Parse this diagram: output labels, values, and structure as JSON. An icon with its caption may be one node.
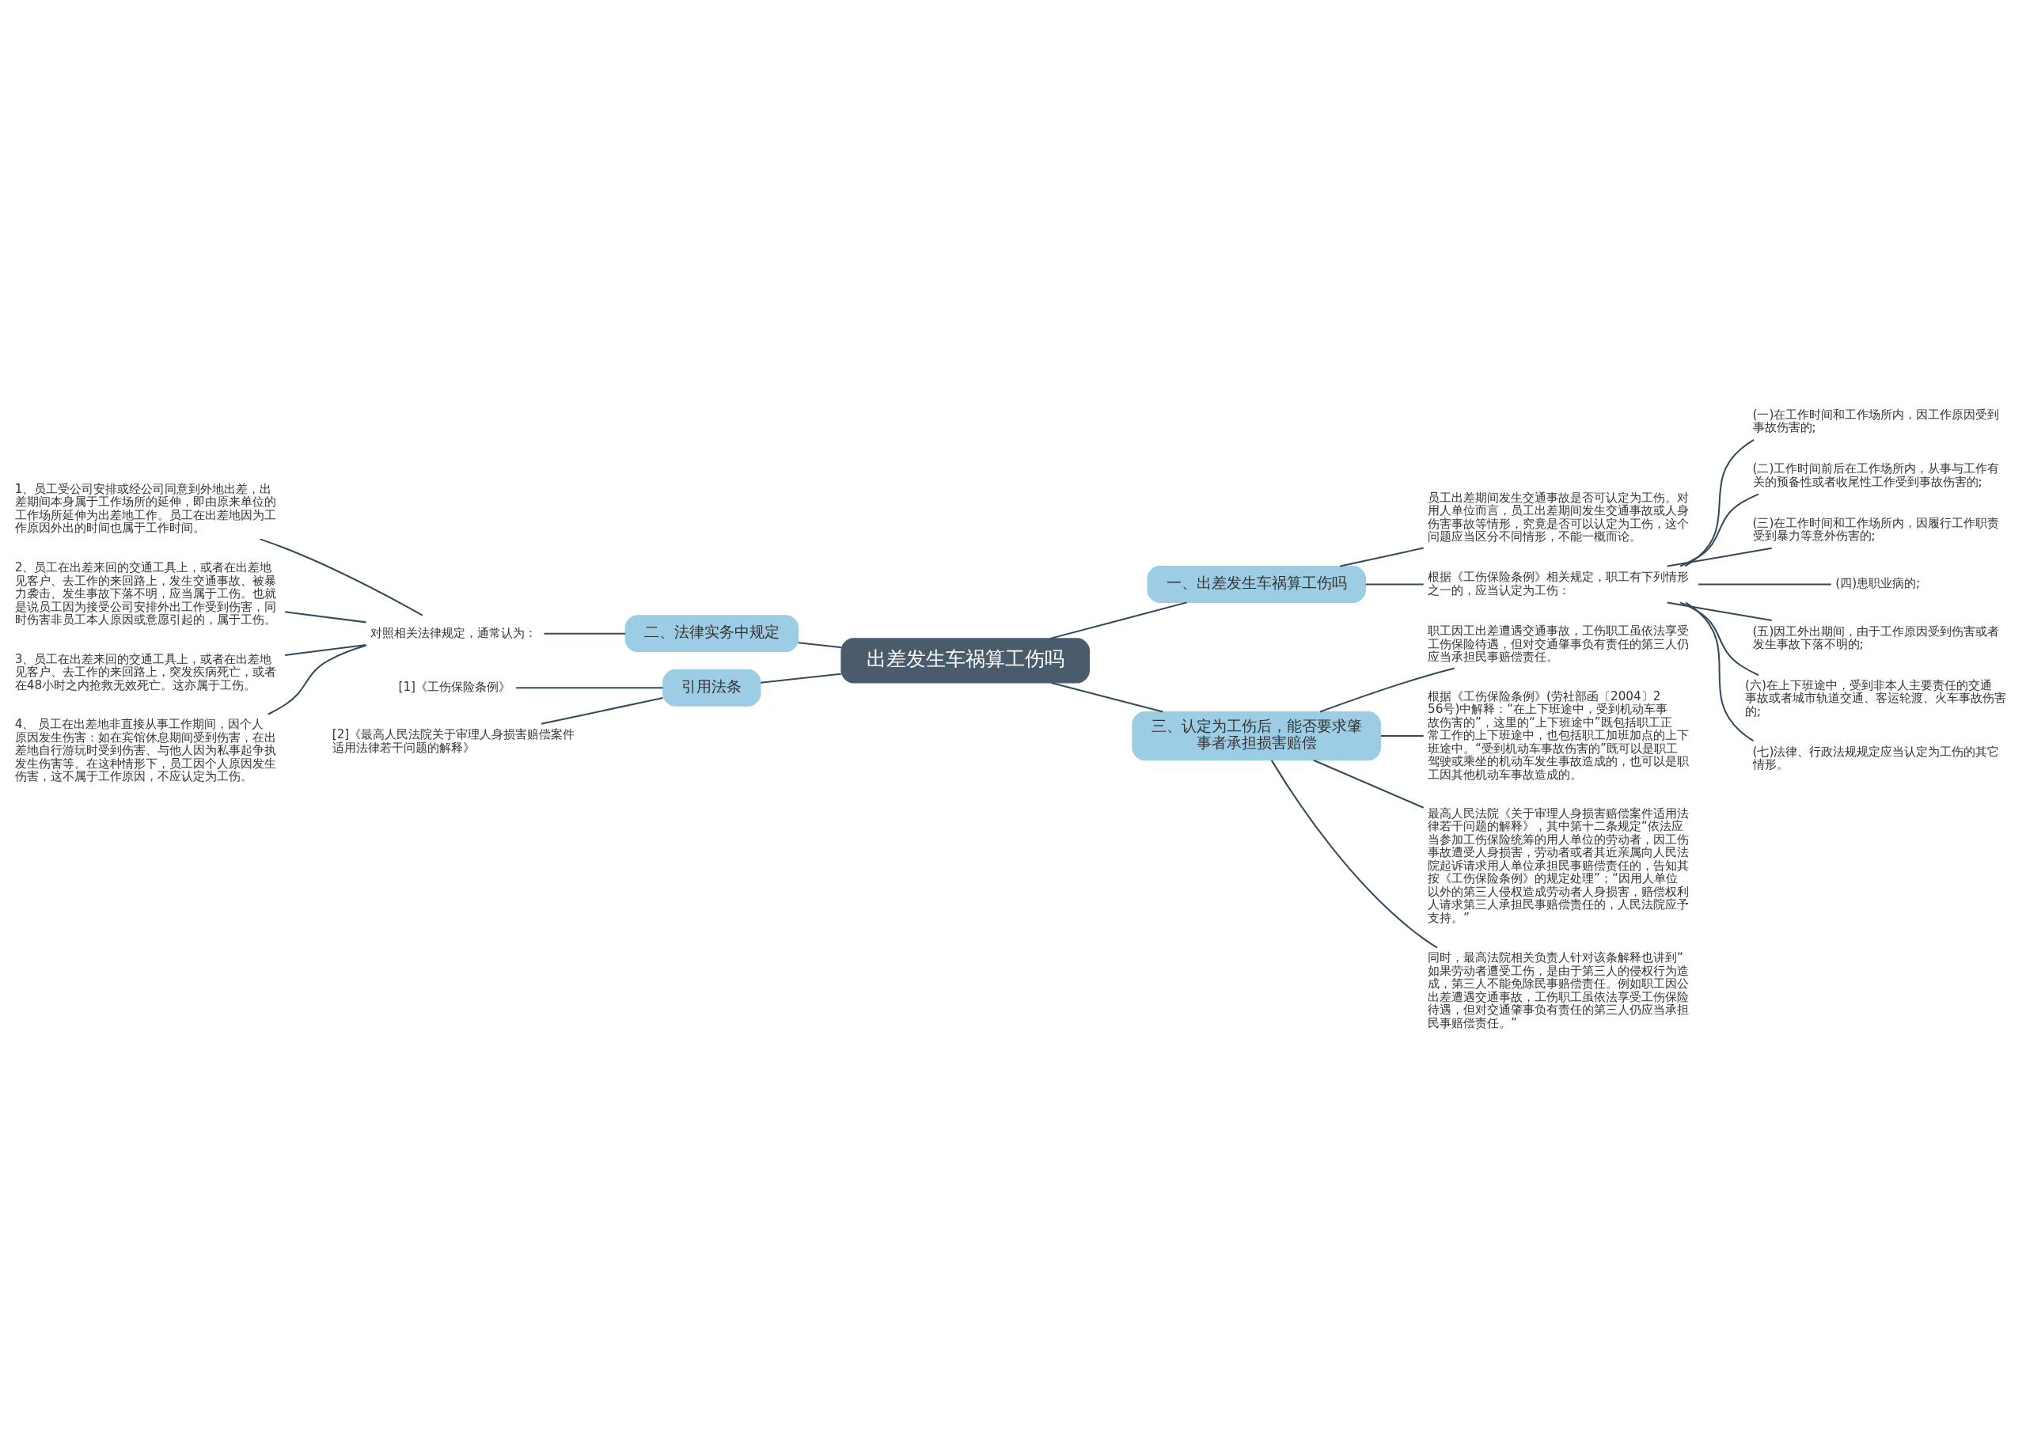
{
  "diagram": {
    "nodes": [
      {
        "text": [
          "出差发生车祸算工伤吗"
        ]
      },
      {
        "text": [
          "一、出差发生车祸算工伤吗"
        ]
      },
      {
        "text": [
          "员工出差期间发生交通事故是否可认定为工伤。对用人单位而言，员工出差期间发生交通事故或人身伤害事故等情形，究竟是否可以认定为工伤，这个问题应当区分不同情形，不能一概而论。"
        ]
      },
      {
        "text": [
          "根据《工伤保险条例》相关规定，职工有下列情形之一的，应当认定为工伤："
        ]
      },
      {
        "text": [
          "(一)在工作时间和工作场所内，因工作原因受到事故伤害的;"
        ]
      },
      {
        "text": [
          "(二)工作时间前后在工作场所内，从事与工作有关的预备性或者收尾性工作受到事故伤害的;"
        ]
      },
      {
        "text": [
          "(三)在工作时间和工作场所内，因履行工作职责受到暴力等意外伤害的;"
        ]
      },
      {
        "text": [
          "(四)患职业病的;"
        ]
      },
      {
        "text": [
          "(五)因工外出期间，由于工作原因受到伤害或者发生事故下落不明的;"
        ]
      },
      {
        "text": [
          "(六)在上下班途中，受到非本人主要责任的交通事故或者城市轨道交通、客运轮渡、火车事故伤害的;"
        ]
      },
      {
        "text": [
          "(七)法律、行政法规规定应当认定为工伤的其它情形。"
        ]
      },
      {
        "text": [
          "二、法律实务中规定"
        ]
      },
      {
        "text": [
          "对照相关法律规定，通常认为："
        ]
      },
      {
        "text": [
          "1、员工受公司安排或经公司同意到外地出差，出差期间本身属于工作场所的延伸，即由原来单位的工作场所延伸为出差地工作。员工在出差地因为工作原因外出的时间也属于工作时间。"
        ]
      },
      {
        "text": [
          "2、员工在出差来回的交通工具上，或者在出差地见客户、去工作的来回路上，发生交通事故、被暴力袭击、发生事故下落不明，应当属于工伤。也就是说员工因为接受公司安排外出工作受到伤害，同时伤害非员工本人原因或意愿引起的，属于工伤。"
        ]
      },
      {
        "text": [
          "3、员工在出差来回的交通工具上，或者在出差地见客户、去工作的来回路上，突发疾病死亡，或者在48小时之内抢救无效死亡。这亦属于工伤。"
        ]
      },
      {
        "text": [
          "4、 员工在出差地非直接从事工作期间，因个人原因发生伤害：如在宾馆休息期间受到伤害，在出差地自行游玩时受到伤害、与他人因为私事起争执发生伤害等。在这种情形下，员工因个人原因发生伤害，这不属于工作原因，不应认定为工伤。"
        ]
      },
      {
        "text": [
          "引用法条"
        ]
      },
      {
        "text": [
          "[1]《工伤保险条例》"
        ]
      },
      {
        "text": [
          "[2]《最高人民法院关于审理人身损害赔偿案件适用法律若干问题的解释》"
        ]
      },
      {
        "text": [
          "三、认定为工伤后，能否要求肇事者承担损害赔偿"
        ]
      },
      {
        "text": [
          "职工因工出差遭遇交通事故，工伤职工虽依法享受工伤保险待遇，但对交通肇事负有责任的第三人仍应当承担民事赔偿责任。"
        ]
      },
      {
        "text": [
          "根据《工伤保险条例》(劳社部函〔2004〕256号)中解释：“在上下班途中，受到机动车事故伤害的”，这里的“上下班途中”既包括职工正常工作的上下班途中，也包括职工加班加点的上下班途中。“受到机动车事故伤害的”既可以是职工驾驶或乘坐的机动车发生事故造成的，也可以是职工因其他机动车事故造成的。"
        ]
      },
      {
        "text": [
          "最高人民法院《关于审理人身损害赔偿案件适用法律若干问题的解释》，其中第十二条规定“依法应当参加工伤保险统筹的用人单位的劳动者，因工伤事故遭受人身损害，劳动者或者其近亲属向人民法院起诉请求用人单位承担民事赔偿责任的，告知其按《工伤保险条例》的规定处理”；“因用人单位以外的第三人侵权造成劳动者人身损害，赔偿权利人请求第三人承担民事赔偿责任的，人民法院应予支持。”"
        ]
      },
      {
        "text": [
          "同时，最高法院相关负责人针对该条解释也讲到“如果劳动者遭受工伤，是由于第三人的侵权行为造成，第三人不能免除民事赔偿责任。例如职工因公出差遭遇交通事故，工伤职工虽依法享受工伤保险待遇，但对交通肇事负有责任的第三人仍应当承担民事赔偿责任。”"
        ]
      }
    ],
    "edges": [
      {
        "from": 0,
        "to": 1,
        "arrow": "none"
      },
      {
        "from": 1,
        "to": 2,
        "arrow": "none"
      },
      {
        "from": 1,
        "to": 3,
        "arrow": "none"
      },
      {
        "from": 3,
        "to": 4,
        "arrow": "none"
      },
      {
        "from": 3,
        "to": 5,
        "arrow": "none"
      },
      {
        "from": 3,
        "to": 6,
        "arrow": "none"
      },
      {
        "from": 3,
        "to": 7,
        "arrow": "none"
      },
      {
        "from": 3,
        "to": 8,
        "arrow": "none"
      },
      {
        "from": 3,
        "to": 9,
        "arrow": "none"
      },
      {
        "from": 3,
        "to": 10,
        "arrow": "none"
      },
      {
        "from": 0,
        "to": 11,
        "arrow": "none"
      },
      {
        "from": 11,
        "to": 12,
        "arrow": "none"
      },
      {
        "from": 12,
        "to": 13,
        "arrow": "none"
      },
      {
        "from": 12,
        "to": 14,
        "arrow": "none"
      },
      {
        "from": 12,
        "to": 15,
        "arrow": "none"
      },
      {
        "from": 12,
        "to": 16,
        "arrow": "none"
      },
      {
        "from": 0,
        "to": 17,
        "arrow": "none"
      },
      {
        "from": 17,
        "to": 18,
        "arrow": "none"
      },
      {
        "from": 17,
        "to": 19,
        "arrow": "none"
      },
      {
        "from": 0,
        "to": 20,
        "arrow": "none"
      },
      {
        "from": 20,
        "to": 21,
        "arrow": "none"
      },
      {
        "from": 20,
        "to": 22,
        "arrow": "none"
      },
      {
        "from": 20,
        "to": 23,
        "arrow": "none"
      },
      {
        "from": 20,
        "to": 24,
        "arrow": "none"
      }
    ]
  }
}
